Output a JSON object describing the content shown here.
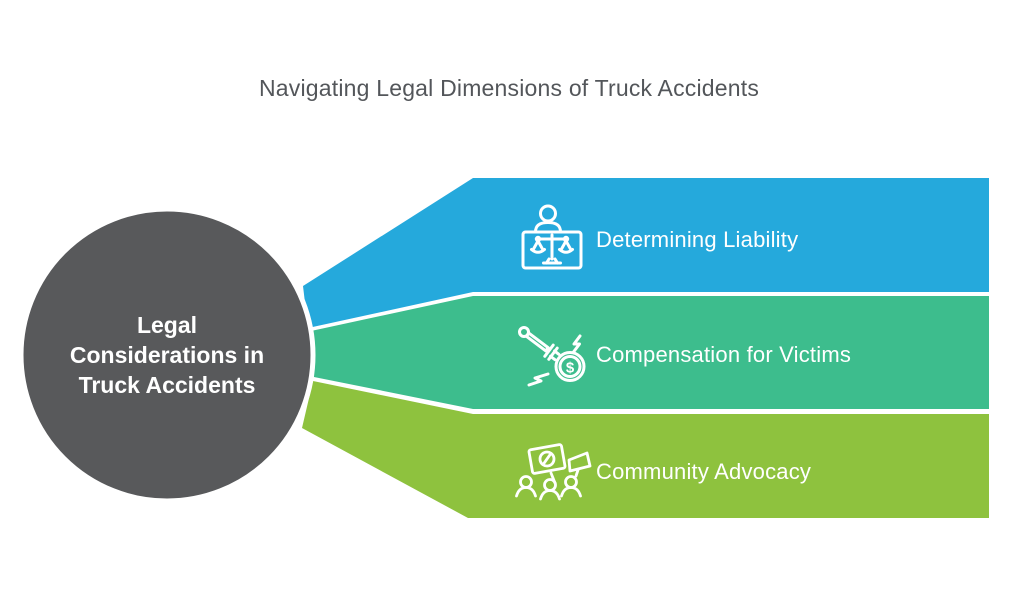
{
  "title": "Navigating Legal Dimensions of Truck Accidents",
  "center_circle": {
    "lines": [
      "Legal",
      "Considerations in",
      "Truck Accidents"
    ],
    "fill": "#58595B"
  },
  "bands": [
    {
      "label": "Determining Liability",
      "color": "#25A9DC",
      "icon": "person-with-scales-of-justice-icon"
    },
    {
      "label": "Compensation for Victims",
      "color": "#3DBD8D",
      "icon": "gavel-striking-dollar-coin-icon"
    },
    {
      "label": "Community Advocacy",
      "color": "#8EC23E",
      "icon": "protest-crowd-with-signs-icon"
    }
  ],
  "glyphs": {
    "dollar_sign": "$"
  },
  "colors": {
    "title_text": "#53565A",
    "band_label_text": "#FFFFFF",
    "icon_stroke": "#FFFFFF",
    "background": "#FFFFFF",
    "separator": "#FFFFFF"
  }
}
